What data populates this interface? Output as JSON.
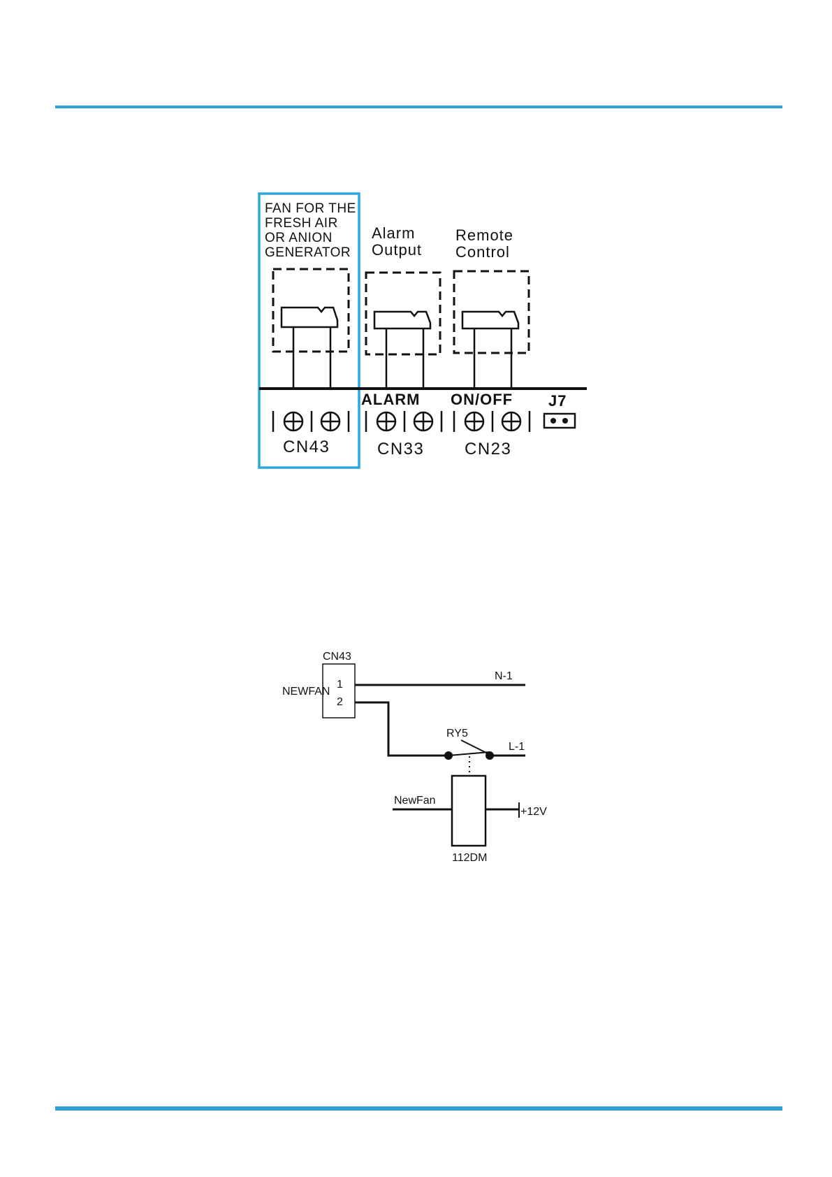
{
  "colors": {
    "accent": "#2f9fd6",
    "highlight_box": "#2aa6e0",
    "ink": "#111111"
  },
  "figure1": {
    "highlight_label_lines": [
      "FAN FOR THE",
      "FRESH AIR",
      "OR ANION",
      "GENERATOR"
    ],
    "alarm_label_lines": [
      "Alarm",
      "Output"
    ],
    "remote_label_lines": [
      "Remote",
      "Control"
    ],
    "alarm_bold": "ALARM",
    "onoff_bold": "ON/OFF",
    "j7_label": "J7",
    "connectors": [
      "CN43",
      "CN33",
      "CN23"
    ]
  },
  "figure2": {
    "connector_name": "CN43",
    "signal_name": "NEWFAN",
    "pin_1": "1",
    "pin_2": "2",
    "neutral_label": "N-1",
    "relay_name": "RY5",
    "live_label": "L-1",
    "coil_input": "NewFan",
    "supply_label": "+12V",
    "relay_part": "112DM"
  }
}
